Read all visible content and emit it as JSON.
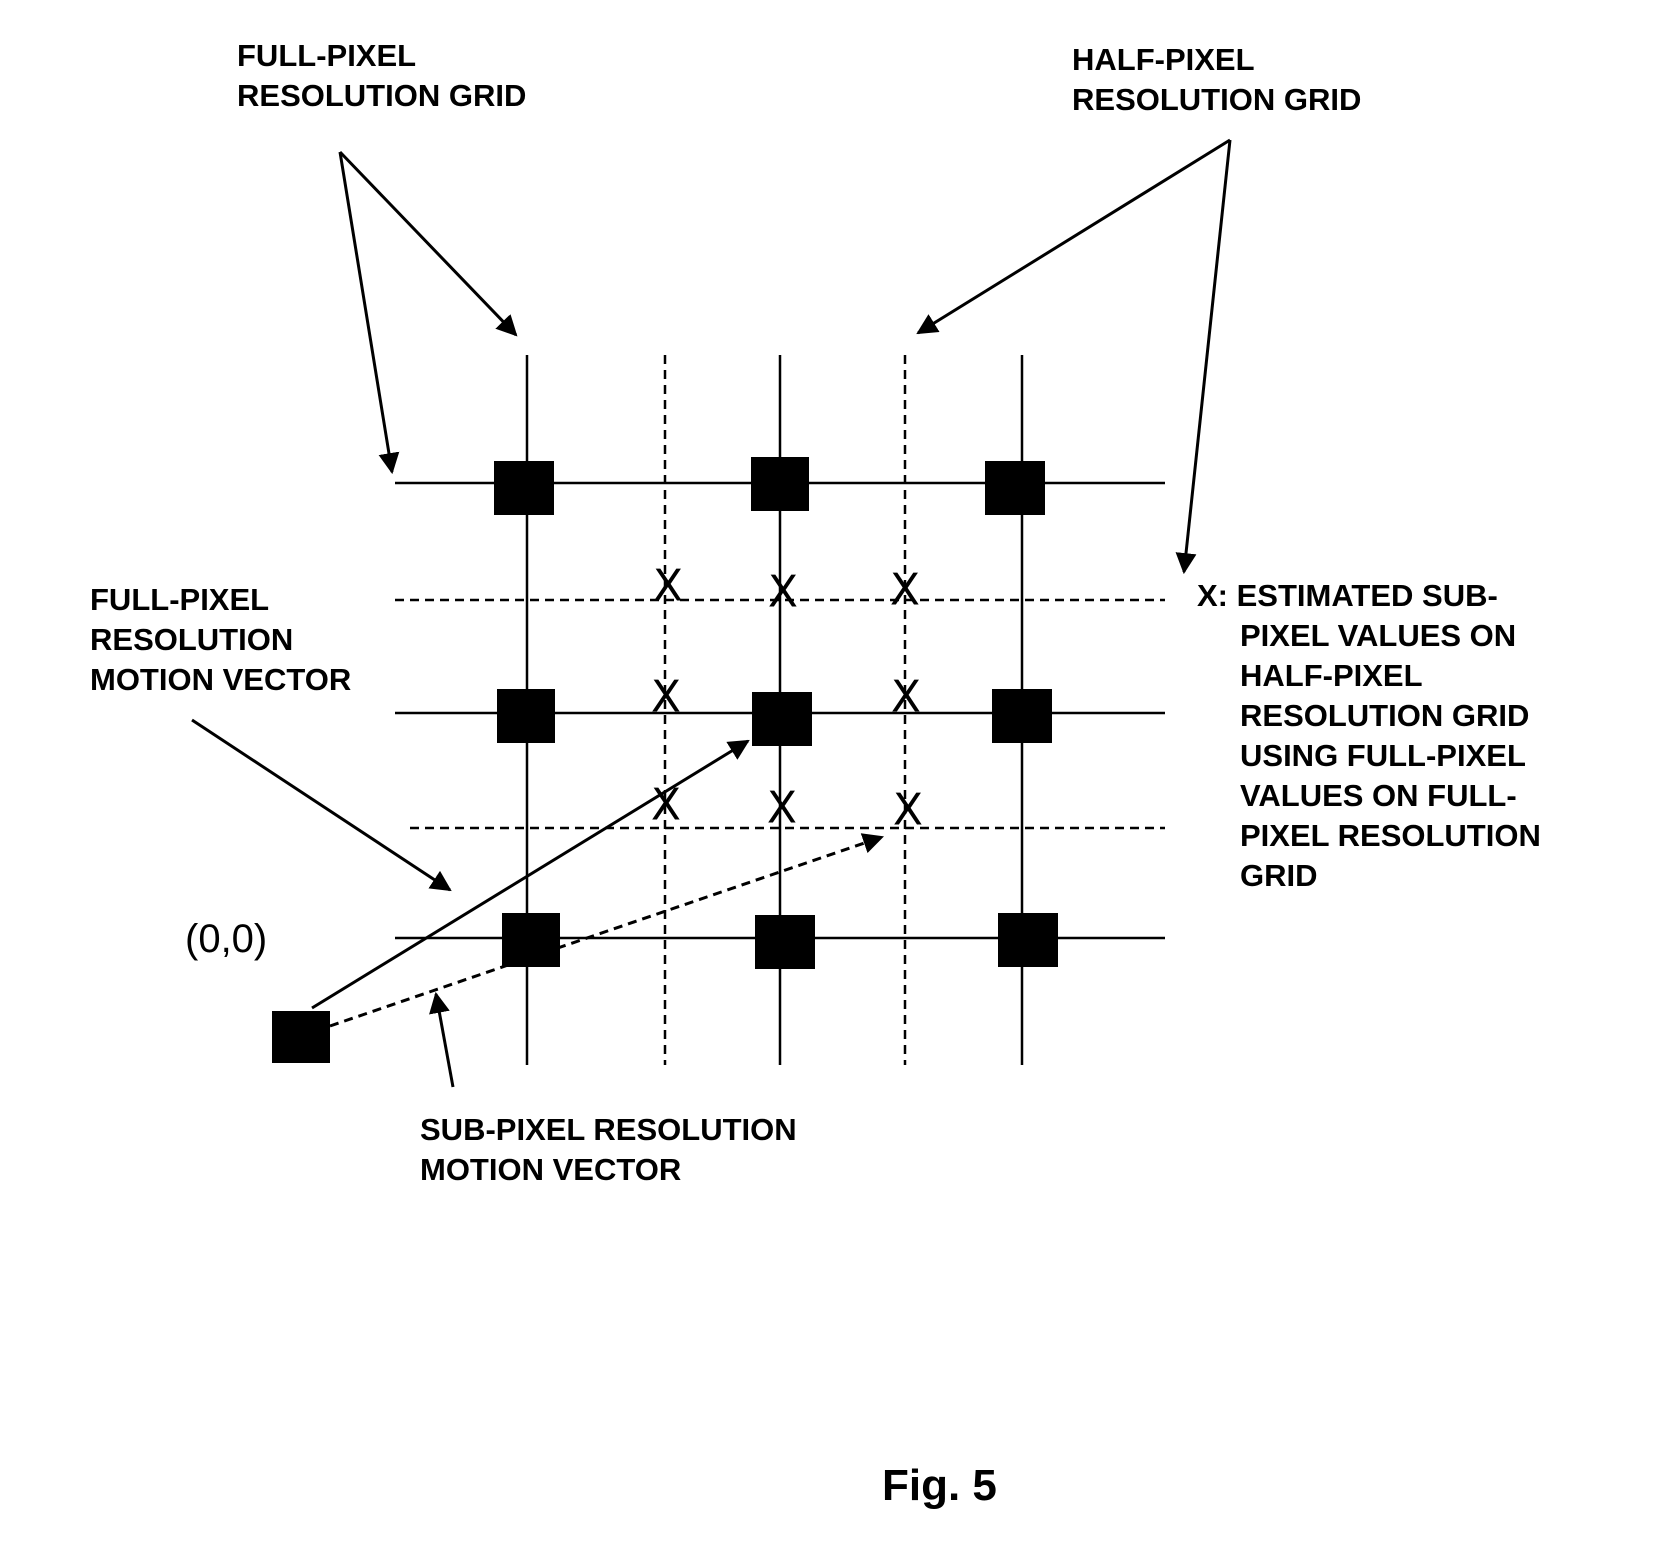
{
  "labels": {
    "full_pixel_grid": [
      "FULL-PIXEL",
      "RESOLUTION GRID"
    ],
    "half_pixel_grid": [
      "HALF-PIXEL",
      "RESOLUTION GRID"
    ],
    "full_pixel_motion_vector": [
      "FULL-PIXEL",
      "RESOLUTION",
      "MOTION VECTOR"
    ],
    "estimated_subpixel": [
      "X: ESTIMATED SUB-",
      "PIXEL VALUES ON",
      "HALF-PIXEL",
      "RESOLUTION GRID",
      "USING FULL-PIXEL",
      "VALUES ON FULL-",
      "PIXEL RESOLUTION",
      "GRID"
    ],
    "subpixel_motion_vector": [
      "SUB-PIXEL RESOLUTION",
      "MOTION VECTOR"
    ],
    "origin": "(0,0)",
    "x_marker": "X"
  },
  "figure_caption": "Fig. 5"
}
